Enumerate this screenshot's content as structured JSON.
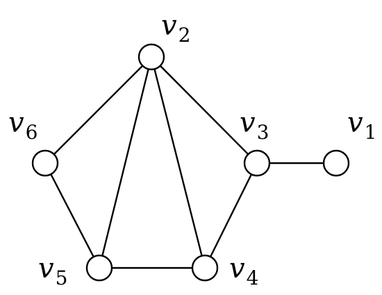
{
  "graph": {
    "nodes": [
      {
        "id": "v1",
        "label": "v",
        "subscript": "1"
      },
      {
        "id": "v2",
        "label": "v",
        "subscript": "2"
      },
      {
        "id": "v3",
        "label": "v",
        "subscript": "3"
      },
      {
        "id": "v4",
        "label": "v",
        "subscript": "4"
      },
      {
        "id": "v5",
        "label": "v",
        "subscript": "5"
      },
      {
        "id": "v6",
        "label": "v",
        "subscript": "6"
      }
    ],
    "edges": [
      [
        "v2",
        "v6"
      ],
      [
        "v2",
        "v5"
      ],
      [
        "v2",
        "v4"
      ],
      [
        "v2",
        "v3"
      ],
      [
        "v3",
        "v1"
      ],
      [
        "v3",
        "v4"
      ],
      [
        "v4",
        "v5"
      ],
      [
        "v5",
        "v6"
      ]
    ],
    "colors": {
      "stroke": "#000000",
      "fill": "#ffffff"
    }
  }
}
